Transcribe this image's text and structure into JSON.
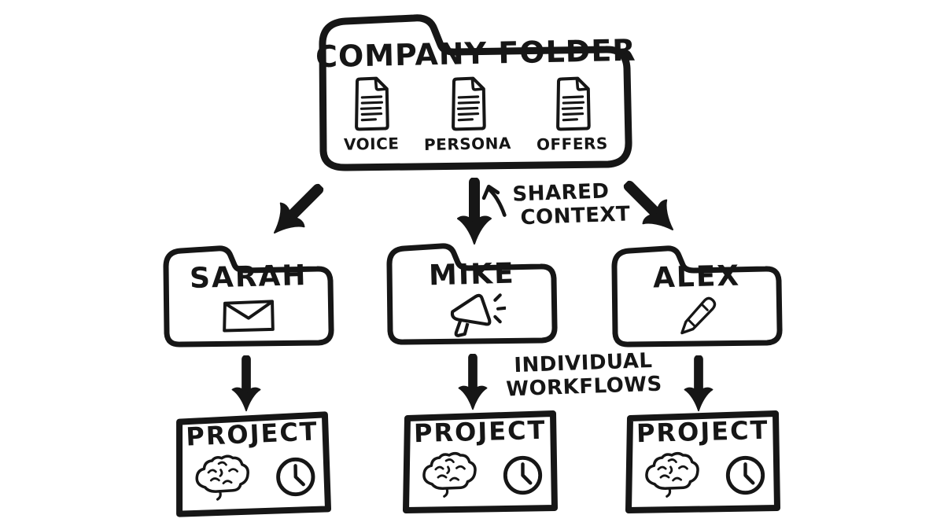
{
  "page": {
    "background": "#ffffff",
    "ink": "#161616"
  },
  "diagram": {
    "company_folder": {
      "title": "COMPANY FOLDER",
      "documents": [
        {
          "label": "VOICE",
          "icon": "document-icon"
        },
        {
          "label": "PERSONA",
          "icon": "document-icon"
        },
        {
          "label": "OFFERS",
          "icon": "document-icon"
        }
      ]
    },
    "annotations": {
      "shared_context": {
        "line1": "SHARED",
        "line2": "CONTEXT"
      },
      "individual_workflows": {
        "line1": "INDIVIDUAL",
        "line2": "WORKFLOWS"
      }
    },
    "person_folders": [
      {
        "name": "SARAH",
        "icon": "envelope-icon"
      },
      {
        "name": "MIKE",
        "icon": "megaphone-icon"
      },
      {
        "name": "ALEX",
        "icon": "pen-icon"
      }
    ],
    "project_boxes": [
      {
        "title": "PROJECT",
        "icons": [
          "brain-icon",
          "clock-icon"
        ]
      },
      {
        "title": "PROJECT",
        "icons": [
          "brain-icon",
          "clock-icon"
        ]
      },
      {
        "title": "PROJECT",
        "icons": [
          "brain-icon",
          "clock-icon"
        ]
      }
    ]
  }
}
